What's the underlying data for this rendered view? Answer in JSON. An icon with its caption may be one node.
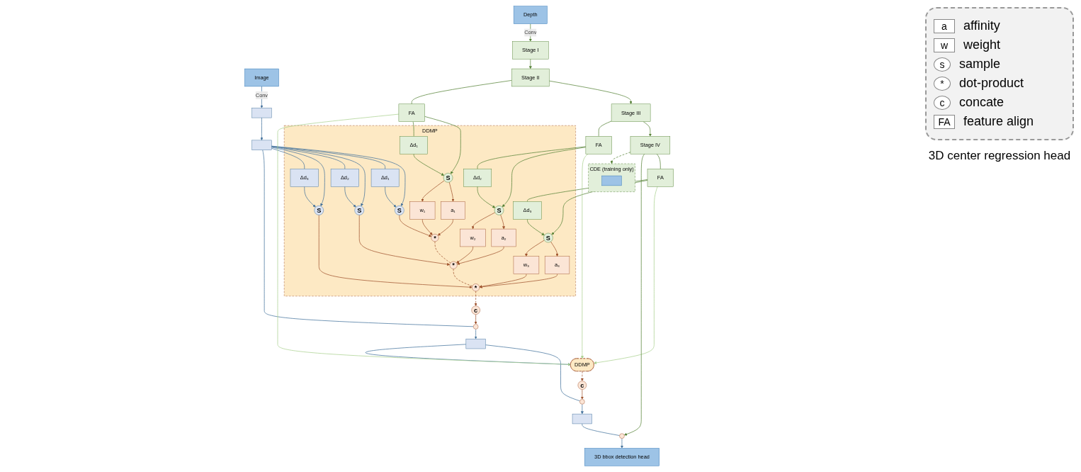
{
  "diagram": {
    "nodes": [
      {
        "text": [
          "Image"
        ]
      },
      {
        "text": [],
        "shape": "box"
      },
      {
        "text": [],
        "shape": "box"
      },
      {
        "text": [],
        "shape": "circle"
      },
      {
        "text": [],
        "shape": "box"
      },
      {
        "text": [],
        "shape": "circle"
      },
      {
        "text": [],
        "shape": "box"
      },
      {
        "text": [],
        "shape": "circle"
      },
      {
        "text": [
          "3D bbox detection head"
        ]
      },
      {
        "text": [
          "DDMP"
        ]
      },
      {
        "text": [
          "Δd₁"
        ],
        "in": 9
      },
      {
        "text": [
          "Δd₂"
        ],
        "in": 9
      },
      {
        "text": [
          "Δd₃"
        ],
        "in": 9
      },
      {
        "text": [
          "S"
        ],
        "in": 9
      },
      {
        "text": [
          "S"
        ],
        "in": 9
      },
      {
        "text": [
          "S"
        ],
        "in": 9
      },
      {
        "text": [
          "*"
        ],
        "in": 9
      },
      {
        "text": [
          "*"
        ],
        "in": 9
      },
      {
        "text": [
          "*"
        ],
        "in": 9
      },
      {
        "text": [
          "a₁"
        ],
        "in": 9
      },
      {
        "text": [
          "w₁"
        ],
        "in": 9
      },
      {
        "text": [
          "a₂"
        ],
        "in": 9
      },
      {
        "text": [
          "w₂"
        ],
        "in": 9
      },
      {
        "text": [
          "a₃"
        ],
        "in": 9
      },
      {
        "text": [
          "w₃"
        ],
        "in": 9
      },
      {
        "text": [
          "S"
        ],
        "in": 9
      },
      {
        "text": [
          "Δd₁"
        ],
        "in": 9
      },
      {
        "text": [
          "S"
        ],
        "in": 9
      },
      {
        "text": [
          "Δd₂"
        ],
        "in": 9
      },
      {
        "text": [
          "S"
        ],
        "in": 9
      },
      {
        "text": [
          "Δd₃"
        ],
        "in": 9
      },
      {
        "text": [
          "c"
        ]
      },
      {
        "text": [
          "DDMP"
        ]
      },
      {
        "text": [
          "c"
        ]
      },
      {
        "text": [
          "Depth"
        ]
      },
      {
        "text": [
          "Stage I"
        ]
      },
      {
        "text": [
          "Stage II"
        ]
      },
      {
        "text": [
          "Stage III"
        ]
      },
      {
        "text": [
          "Stage IV"
        ]
      },
      {
        "text": [
          "FA"
        ]
      },
      {
        "text": [
          "FA"
        ]
      },
      {
        "text": [
          "FA"
        ]
      },
      {
        "text": [
          "CDE (training only)"
        ]
      },
      {
        "text": [],
        "shape": "box",
        "in": 42
      }
    ],
    "edges": [
      {
        "from": 0,
        "to": 1,
        "arrow": "to",
        "label": "Conv",
        "color": "#41719c"
      },
      {
        "from": 1,
        "to": 2,
        "arrow": "to",
        "color": "#41719c"
      },
      {
        "from": 2,
        "to": 3,
        "arrow": "none",
        "color": "#41719c"
      },
      {
        "from": 3,
        "to": 4,
        "arrow": "to",
        "color": "#41719c"
      },
      {
        "from": 4,
        "to": 5,
        "arrow": "none",
        "color": "#41719c"
      },
      {
        "from": 5,
        "to": 6,
        "arrow": "to",
        "color": "#41719c"
      },
      {
        "from": 6,
        "to": 7,
        "arrow": "none",
        "color": "#41719c"
      },
      {
        "from": 7,
        "to": 8,
        "arrow": "to",
        "color": "#41719c"
      },
      {
        "from": 2,
        "to": 13,
        "arrow": "to",
        "color": "#41719c"
      },
      {
        "from": 2,
        "to": 10,
        "arrow": "none",
        "color": "#41719c"
      },
      {
        "from": 10,
        "to": 13,
        "arrow": "to",
        "color": "#41719c"
      },
      {
        "from": 2,
        "to": 14,
        "arrow": "to",
        "color": "#41719c"
      },
      {
        "from": 2,
        "to": 11,
        "arrow": "none",
        "color": "#41719c"
      },
      {
        "from": 11,
        "to": 14,
        "arrow": "to",
        "color": "#41719c"
      },
      {
        "from": 2,
        "to": 15,
        "arrow": "to",
        "color": "#41719c"
      },
      {
        "from": 2,
        "to": 12,
        "arrow": "none",
        "color": "#41719c"
      },
      {
        "from": 12,
        "to": 15,
        "arrow": "to",
        "color": "#41719c"
      },
      {
        "from": 13,
        "to": 16,
        "arrow": "to"
      },
      {
        "from": 14,
        "to": 17,
        "arrow": "to"
      },
      {
        "from": 15,
        "to": 18,
        "arrow": "to"
      },
      {
        "from": 19,
        "to": 16,
        "arrow": "to"
      },
      {
        "from": 20,
        "to": 16,
        "arrow": "to"
      },
      {
        "from": 21,
        "to": 17,
        "arrow": "to"
      },
      {
        "from": 22,
        "to": 17,
        "arrow": "to"
      },
      {
        "from": 23,
        "to": 18,
        "arrow": "to"
      },
      {
        "from": 24,
        "to": 18,
        "arrow": "to"
      },
      {
        "from": 25,
        "to": 19,
        "arrow": "to"
      },
      {
        "from": 25,
        "to": 20,
        "arrow": "to"
      },
      {
        "from": 27,
        "to": 21,
        "arrow": "to"
      },
      {
        "from": 27,
        "to": 22,
        "arrow": "to"
      },
      {
        "from": 29,
        "to": 23,
        "arrow": "to"
      },
      {
        "from": 29,
        "to": 24,
        "arrow": "to"
      },
      {
        "from": 26,
        "to": 25,
        "arrow": "to",
        "color": "#548235"
      },
      {
        "from": 28,
        "to": 27,
        "arrow": "to",
        "color": "#548235"
      },
      {
        "from": 30,
        "to": 29,
        "arrow": "to",
        "color": "#548235"
      },
      {
        "from": 16,
        "to": 17,
        "arrow": "none",
        "style": "dashed"
      },
      {
        "from": 17,
        "to": 18,
        "arrow": "none",
        "style": "dashed"
      },
      {
        "from": 18,
        "to": 31,
        "arrow": "to",
        "style": "dashed"
      },
      {
        "from": 31,
        "to": 3,
        "arrow": "to"
      },
      {
        "from": 4,
        "to": 32,
        "arrow": "to",
        "color": "#41719c"
      },
      {
        "from": 32,
        "to": 33,
        "arrow": "to",
        "style": "dashed"
      },
      {
        "from": 33,
        "to": 5,
        "arrow": "to"
      },
      {
        "from": 34,
        "to": 35,
        "arrow": "to",
        "label": "Conv",
        "color": "#548235"
      },
      {
        "from": 35,
        "to": 36,
        "arrow": "to",
        "color": "#548235"
      },
      {
        "from": 36,
        "to": 37,
        "arrow": "to",
        "color": "#548235"
      },
      {
        "from": 37,
        "to": 38,
        "arrow": "to",
        "color": "#548235"
      },
      {
        "from": 36,
        "to": 39,
        "arrow": "none",
        "color": "#548235"
      },
      {
        "from": 37,
        "to": 40,
        "arrow": "none",
        "color": "#548235"
      },
      {
        "from": 38,
        "to": 41,
        "arrow": "none",
        "color": "#548235"
      },
      {
        "from": 39,
        "to": 25,
        "arrow": "to",
        "color": "#548235"
      },
      {
        "from": 39,
        "to": 26,
        "arrow": "none",
        "color": "#548235"
      },
      {
        "from": 40,
        "to": 27,
        "arrow": "to",
        "color": "#548235"
      },
      {
        "from": 40,
        "to": 28,
        "arrow": "none",
        "color": "#548235"
      },
      {
        "from": 41,
        "to": 29,
        "arrow": "to",
        "color": "#548235"
      },
      {
        "from": 41,
        "to": 30,
        "arrow": "none",
        "color": "#548235"
      },
      {
        "from": 39,
        "to": 32,
        "arrow": "to",
        "color": "#a9d18e"
      },
      {
        "from": 40,
        "to": 32,
        "arrow": "to",
        "color": "#a9d18e"
      },
      {
        "from": 41,
        "to": 32,
        "arrow": "to",
        "color": "#a9d18e"
      },
      {
        "from": 38,
        "to": 7,
        "arrow": "to",
        "color": "#548235"
      },
      {
        "from": 38,
        "to": 42,
        "arrow": "to",
        "style": "dashed",
        "color": "#548235"
      }
    ],
    "labels": [
      "a",
      "w",
      "s",
      "*",
      "c",
      "FA",
      "3D center regression head"
    ],
    "legend": [
      {
        "text": "affinity"
      },
      {
        "text": "weight"
      },
      {
        "text": "sample"
      },
      {
        "text": "dot-product"
      },
      {
        "text": "concate"
      },
      {
        "text": "feature align"
      }
    ]
  }
}
